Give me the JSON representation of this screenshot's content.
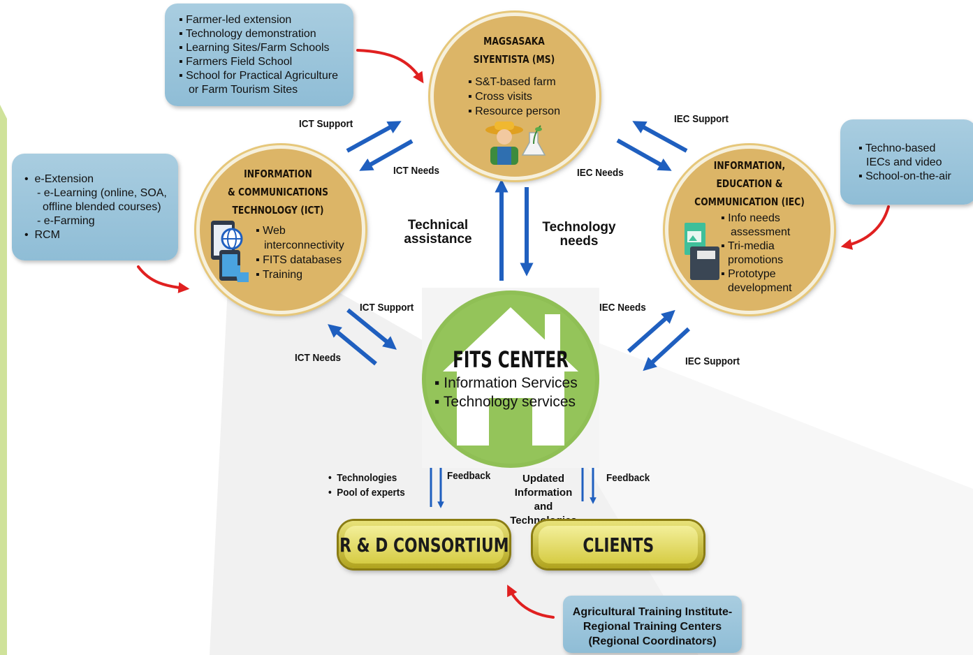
{
  "top_left_box": {
    "items": [
      "Farmer-led extension",
      "Technology demonstration",
      "Learning Sites/Farm Schools",
      "Farmers Field School",
      "School for Practical Agriculture"
    ],
    "item_cont": "or Farm Tourism Sites"
  },
  "left_box": {
    "items": [
      "e-Extension"
    ],
    "sub1": "- e-Learning (online, SOA,",
    "sub1_cont": "offline blended courses)",
    "sub2": "- e-Farming",
    "item2": "RCM"
  },
  "right_box": {
    "item1": "Techno-based",
    "item1_cont": "IECs and video",
    "item2": "School-on-the-air"
  },
  "bottom_box": {
    "line1": "Agricultural Training Institute-",
    "line2": "Regional Training Centers",
    "line3": "(Regional Coordinators)"
  },
  "ms": {
    "title1": "MAGSASAKA",
    "title2": "SIYENTISTA (MS)",
    "items": [
      "S&T-based farm",
      "Cross visits",
      "Resource person"
    ]
  },
  "ict": {
    "title1": "INFORMATION",
    "title2": "& COMMUNICATIONS",
    "title3": "TECHNOLOGY (ICT)",
    "item1": "Web",
    "item1_cont": "interconnectivity",
    "item2": "FITS databases",
    "item3": "Training"
  },
  "iec": {
    "title1": "INFORMATION,",
    "title2": "EDUCATION &",
    "title3": "COMMUNICATION (IEC)",
    "item1": "Info needs",
    "item1_cont": "assessment",
    "item2": "Tri-media",
    "item2_cont": "promotions",
    "item3": "Prototype",
    "item3_cont": "development"
  },
  "fits": {
    "title": "FITS CENTER",
    "items": [
      "Information Services",
      "Technology services"
    ]
  },
  "labels": {
    "ict_support_top": "ICT Support",
    "ict_needs_top": "ICT Needs",
    "iec_support_top": "IEC Support",
    "iec_needs_top": "IEC Needs",
    "technical_assistance_1": "Technical",
    "technical_assistance_2": "assistance",
    "technology_needs_1": "Technology",
    "technology_needs_2": "needs",
    "ict_support_bottom": "ICT Support",
    "ict_needs_bottom": "ICT Needs",
    "iec_needs_bottom": "IEC Needs",
    "iec_support_bottom": "IEC Support",
    "technologies": "Technologies",
    "pool_of_experts": "Pool of experts",
    "feedback_left": "Feedback",
    "updated_1": "Updated",
    "updated_2": "Information",
    "updated_3": "and Technologies",
    "feedback_right": "Feedback"
  },
  "buttons": {
    "rd": "R & D CONSORTIUM",
    "clients": "CLIENTS"
  },
  "colors": {
    "arrow_blue": "#1f5fbf",
    "callout_red": "#e02020",
    "circle_gold": "#dcb567",
    "fits_green": "#8fbf55",
    "box_blue": "#9cc6dc"
  }
}
